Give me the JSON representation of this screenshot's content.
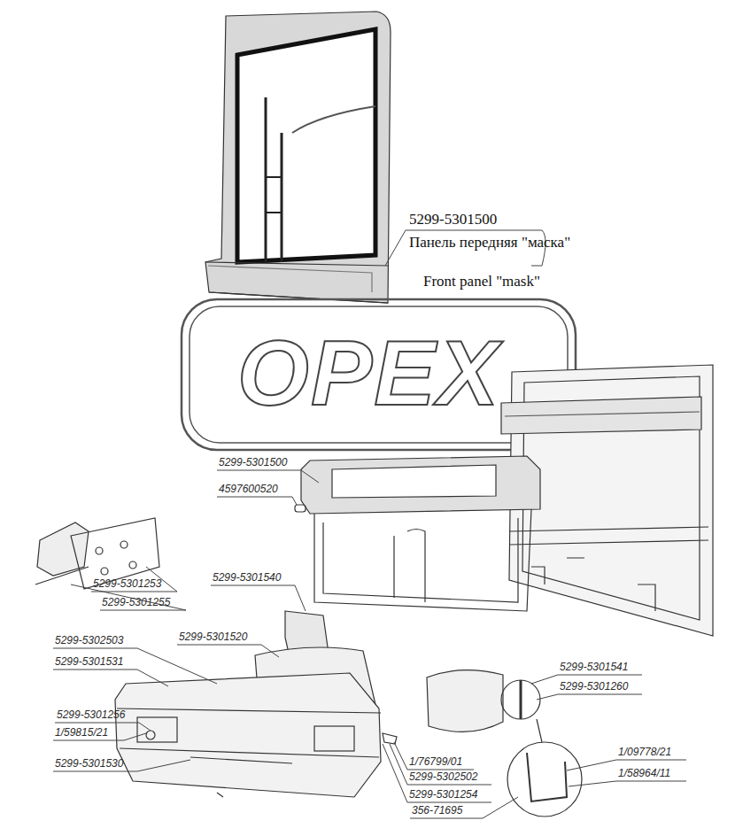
{
  "diagram": {
    "labels": [
      "5299-5301500",
      "Панель передняя \"маска\"",
      "Front panel \"mask\"",
      "OPEX",
      "5299-5301500",
      "4597600520",
      "5299-5301253",
      "5299-5301255",
      "5299-5301540",
      "5299-5302503",
      "5299-5301520",
      "5299-5301531",
      "5299-5301256",
      "1/59815/21",
      "5299-5301530",
      "5299-5301541",
      "5299-5301260",
      "1/76799/01",
      "5299-5302502",
      "5299-5301254",
      "1/09778/21",
      "1/58964/11",
      "356-71695"
    ]
  }
}
